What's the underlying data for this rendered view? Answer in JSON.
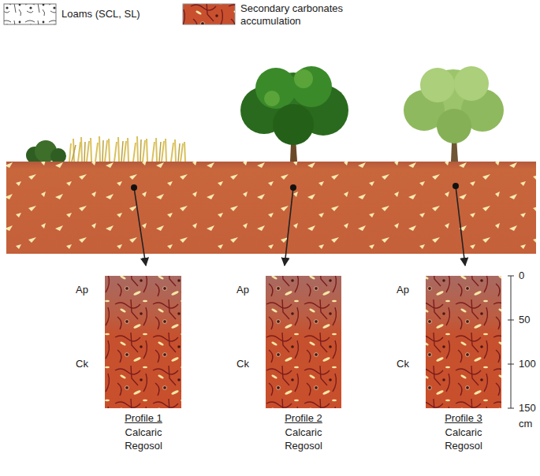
{
  "diagram": {
    "nodes": [
      {
        "text": [
          "Profile 1",
          "Calcaric Regosol"
        ]
      },
      {
        "text": [
          "Profile 2",
          "Calcaric Regosol"
        ]
      },
      {
        "text": [
          "Profile 3",
          "Calcaric Regosol"
        ]
      }
    ],
    "labels": [
      "Ap",
      "Ck",
      "Ap",
      "Ck",
      "Ap",
      "Ck",
      "0",
      "50",
      "100",
      "150",
      "cm"
    ],
    "legend": [
      {
        "text": "Loams (SCL, SL)"
      },
      {
        "text": "Secondary carbonates accumulation"
      }
    ]
  }
}
